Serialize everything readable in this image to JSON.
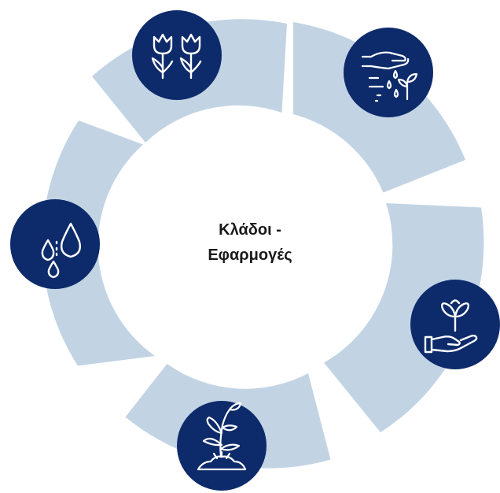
{
  "center": {
    "line1": "Κλάδοι -",
    "line2": "Εφαρμογές"
  },
  "colors": {
    "ring": "#c2d4e4",
    "badge": "#0d2b6b",
    "badge_icon": "#ffffff",
    "text": "#1a1a1a",
    "background": "#ffffff"
  },
  "segments": [
    {
      "id": "flowers",
      "icon": "tulips-icon"
    },
    {
      "id": "hand-sowing",
      "icon": "hand-water-drops-sprout-icon"
    },
    {
      "id": "plant-in-hand",
      "icon": "sprout-in-hand-icon"
    },
    {
      "id": "plant-growing",
      "icon": "plant-with-roots-soil-icon"
    },
    {
      "id": "water",
      "icon": "water-drops-icon"
    }
  ]
}
